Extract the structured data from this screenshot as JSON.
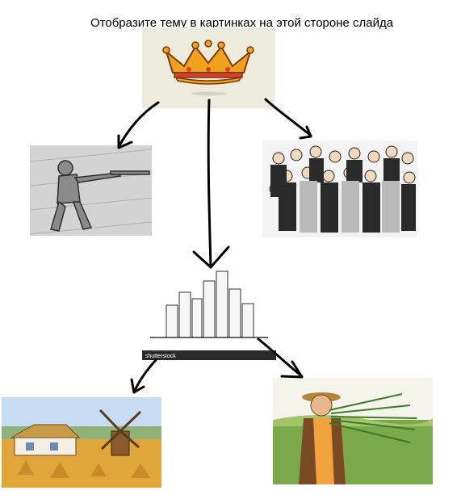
{
  "slide": {
    "title": "Отобразите тему в  картинках на этой стороне слайда",
    "watermark": "shutterstock"
  },
  "colors": {
    "crown_gold": "#f0a21c",
    "crown_red": "#d8402a",
    "arrow": "#000000",
    "field_yellow": "#e0a63a",
    "grass_green": "#7aa84a"
  },
  "images": {
    "crown": "crown-picture",
    "soldier": "soldier-sketch-picture",
    "crowd": "crowd-of-people-picture",
    "city": "city-skyline-sketch-picture",
    "village": "village-windmill-picture",
    "farmer": "farmer-with-wheat-picture"
  }
}
